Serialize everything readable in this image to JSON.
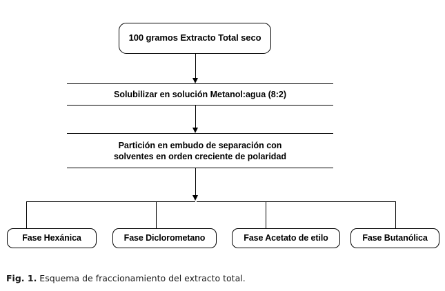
{
  "figure": {
    "caption_label": "Fig. 1.",
    "caption_text": " Esquema de fraccionamiento del extracto total."
  },
  "colors": {
    "stroke": "#000000",
    "background": "#ffffff",
    "text": "#000000"
  },
  "flowchart": {
    "start_node": {
      "label": "100 gramos Extracto Total seco",
      "shape": "rounded-rectangle"
    },
    "process_steps": [
      {
        "label": "Solubilizar en solución Metanol:agua (8:2)",
        "shape": "open-band"
      },
      {
        "line1": "Partición en embudo de separación con",
        "line2": "solventes en orden creciente de polaridad",
        "shape": "open-band"
      }
    ],
    "outputs": [
      {
        "label": "Fase Hexánica"
      },
      {
        "label": "Fase Diclorometano"
      },
      {
        "label": "Fase Acetato de etilo"
      },
      {
        "label": "Fase Butanólica"
      }
    ]
  }
}
